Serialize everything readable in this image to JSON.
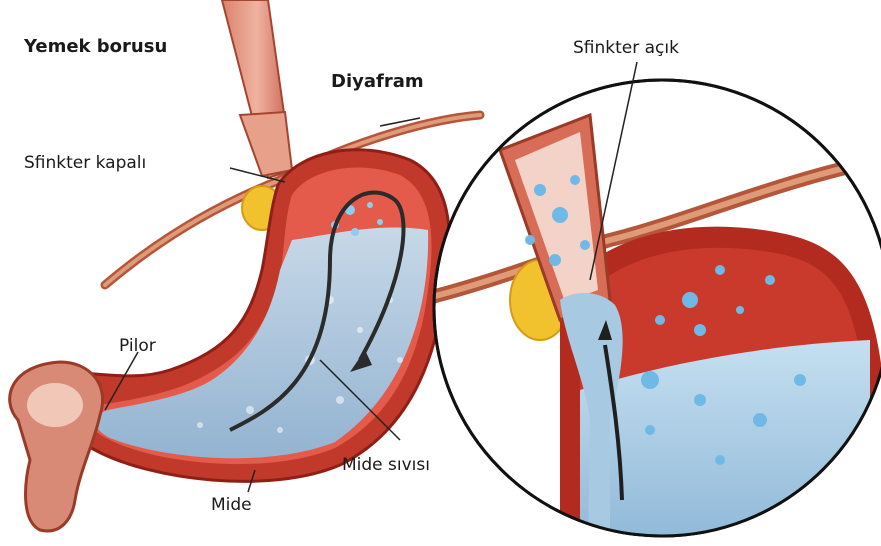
{
  "labels": {
    "esophagus": "Yemek borusu",
    "diaphragm": "Diyafram",
    "sphincter_closed": "Sfinkter kapalı",
    "sphincter_open": "Sfinkter açık",
    "pylorus": "Pilor",
    "stomach_fluid": "Mide sıvısı",
    "stomach": "Mide"
  },
  "colors": {
    "muscle": "#b32a1f",
    "lining": "#d8574a",
    "fluid": "#a9cbe3",
    "diaphragm": "#c96a4a",
    "fat": "#f2c12e",
    "droplet": "#6fb9e6"
  }
}
